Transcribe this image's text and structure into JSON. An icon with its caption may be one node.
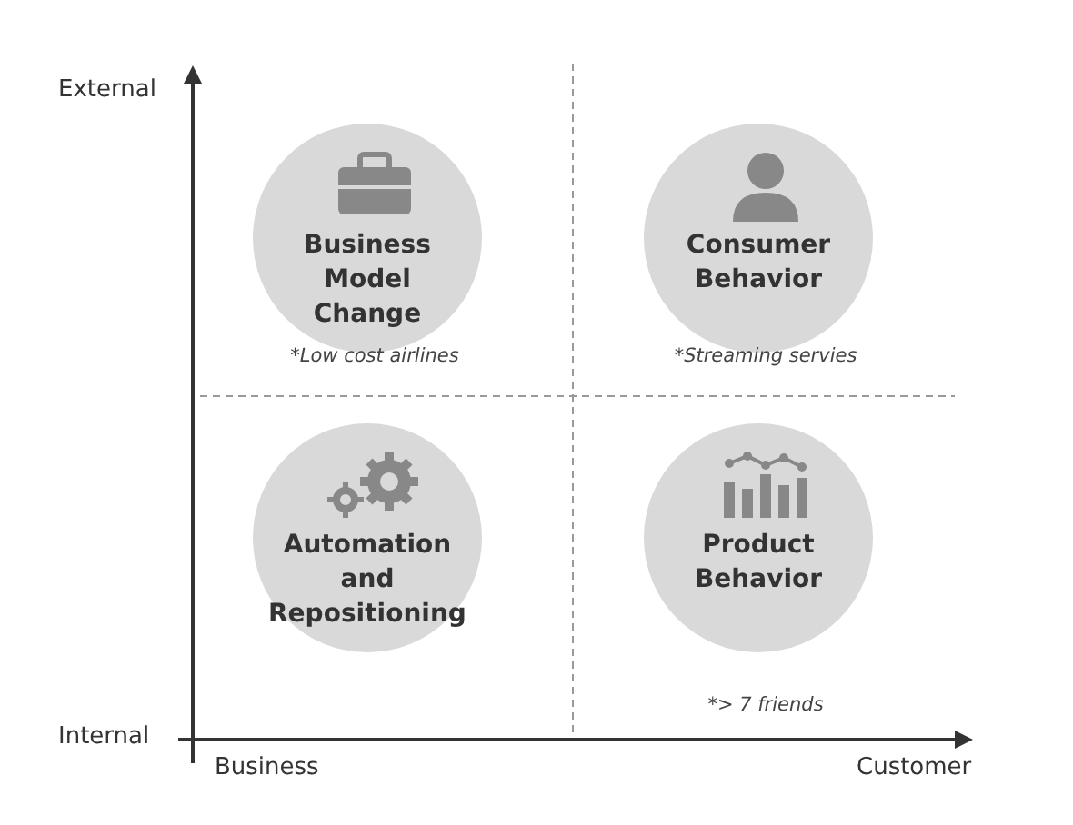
{
  "diagram": {
    "nodes": [
      {
        "text": [
          "Business Model Change"
        ],
        "beside": [
          "*Low cost airlines"
        ]
      },
      {
        "text": [
          "Consumer Behavior"
        ],
        "beside": [
          "*Streaming servies"
        ]
      },
      {
        "text": [
          "Automation and Repositioning"
        ]
      },
      {
        "text": [
          "Product Behavior"
        ],
        "beside": [
          "*> 7 friends"
        ]
      }
    ],
    "labels": [
      "External",
      "Internal",
      "Business",
      "Customer"
    ]
  }
}
